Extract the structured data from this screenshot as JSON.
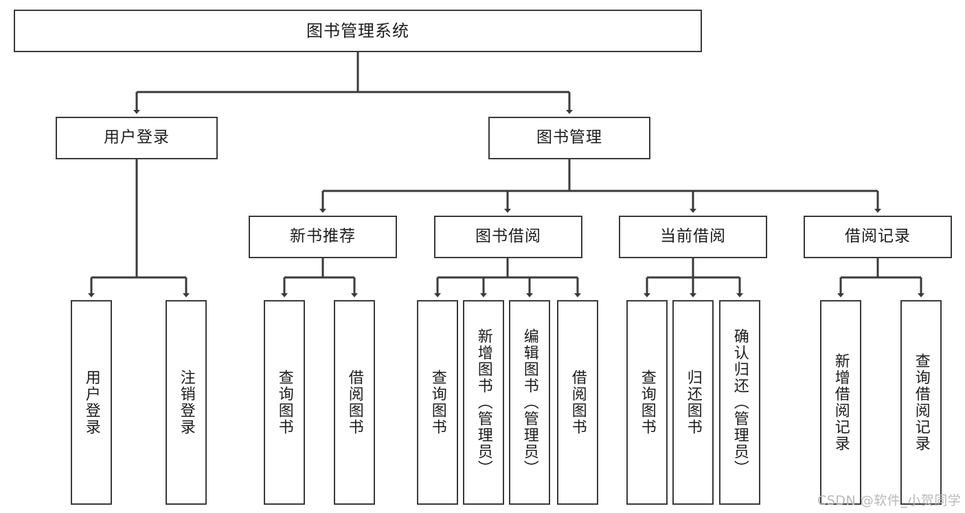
{
  "diagram": {
    "type": "tree-hierarchy-chart",
    "title": "图书管理系统",
    "watermark": "CSDN @软件_小贺同学",
    "colors": {
      "stroke": "#3a3a3a",
      "fill": "#ffffff",
      "text": "#1c1c1c",
      "watermark": "#b9b9b9"
    },
    "root": {
      "label": "图书管理系统"
    },
    "level2": [
      {
        "label": "用户登录"
      },
      {
        "label": "图书管理"
      }
    ],
    "level3": [
      {
        "label": "新书推荐"
      },
      {
        "label": "图书借阅"
      },
      {
        "label": "当前借阅"
      },
      {
        "label": "借阅记录"
      }
    ],
    "leaves": {
      "user_login": [
        {
          "label": "用户登录"
        },
        {
          "label": "注销登录"
        }
      ],
      "new_book_recommend": [
        {
          "label": "查询图书"
        },
        {
          "label": "借阅图书"
        }
      ],
      "book_borrow": [
        {
          "label": "查询图书"
        },
        {
          "label": "新增图书（管理员）"
        },
        {
          "label": "编辑图书（管理员）"
        },
        {
          "label": "借阅图书"
        }
      ],
      "current_borrow": [
        {
          "label": "查询图书"
        },
        {
          "label": "归还图书"
        },
        {
          "label": "确认归还（管理员）"
        }
      ],
      "borrow_record": [
        {
          "label": "新增借阅记录"
        },
        {
          "label": "查询借阅记录"
        }
      ]
    }
  }
}
